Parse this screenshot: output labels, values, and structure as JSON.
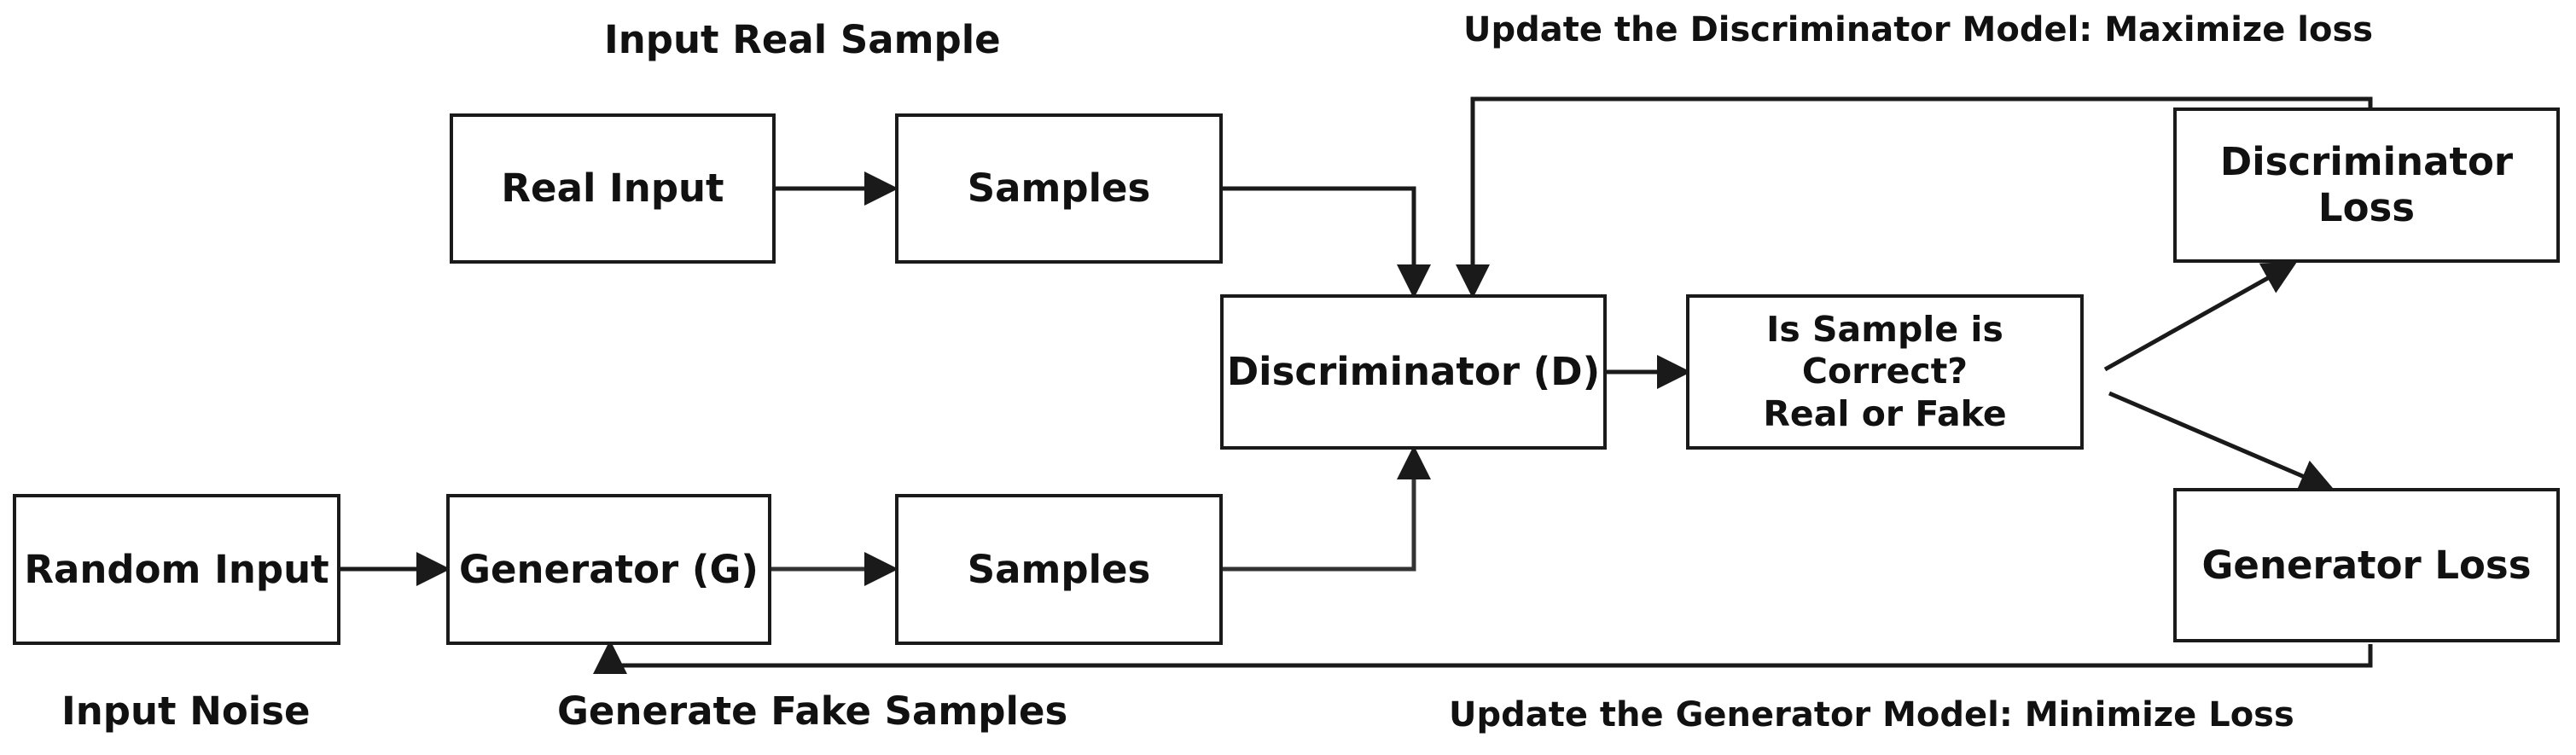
{
  "captions": {
    "input_real_sample": "Input Real Sample",
    "update_discriminator": "Update the Discriminator Model: Maximize loss",
    "input_noise": "Input Noise",
    "generate_fake_samples": "Generate Fake Samples",
    "update_generator": "Update the Generator Model: Minimize Loss"
  },
  "nodes": {
    "real_input": "Real Input",
    "samples_real": "Samples",
    "discriminator": "Discriminator (D)",
    "is_sample_correct_line1": "Is Sample is Correct?",
    "is_sample_correct_line2": "Real or Fake",
    "discriminator_loss": "Discriminator Loss",
    "random_input": "Random Input",
    "generator": "Generator (G)",
    "samples_fake": "Samples",
    "generator_loss": "Generator Loss"
  },
  "colors": {
    "stroke": "#1a1a1a",
    "background": "#ffffff"
  }
}
